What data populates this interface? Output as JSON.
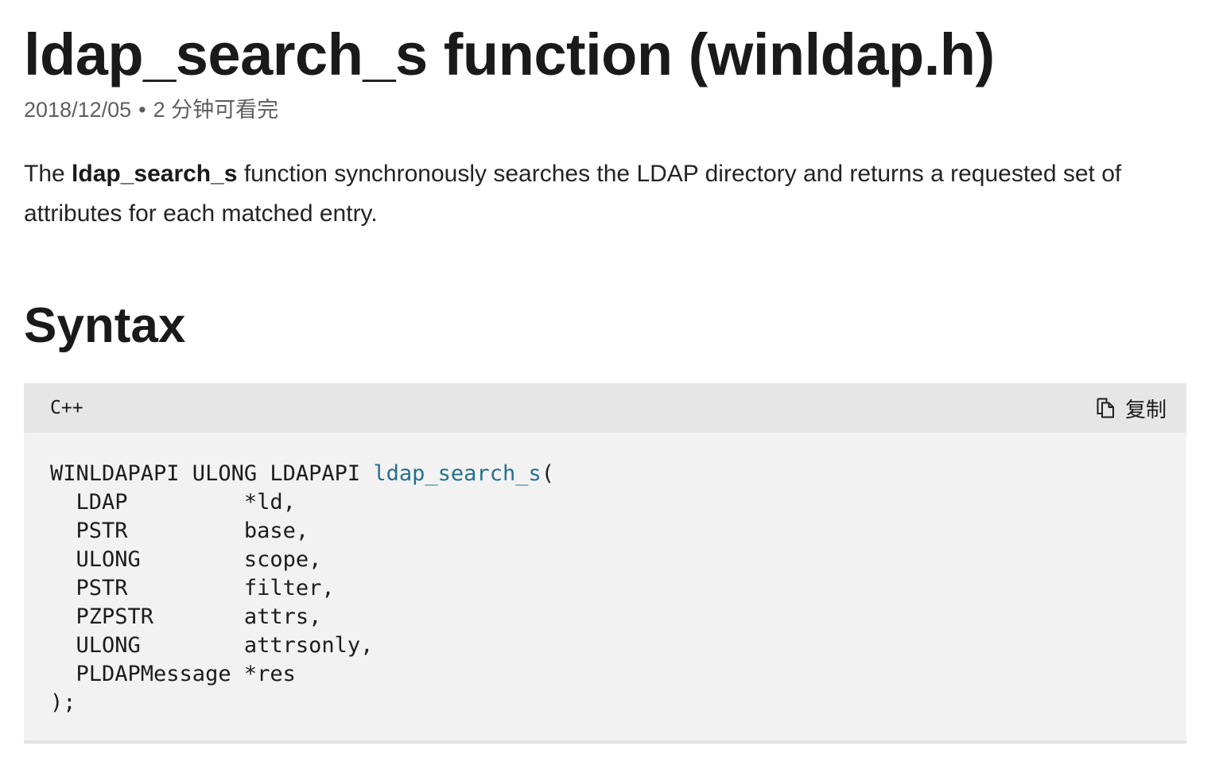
{
  "page": {
    "title": "ldap_search_s function (winldap.h)",
    "meta": {
      "date": "2018/12/05",
      "separator": "•",
      "read_time": "2 分钟可看完"
    },
    "intro": {
      "prefix": "The ",
      "bold": "ldap_search_s",
      "suffix": " function synchronously searches the LDAP directory and returns a requested set of attributes for each matched entry."
    },
    "syntax_heading": "Syntax"
  },
  "code_block": {
    "language_label": "C++",
    "copy_label": "复制",
    "copy_icon": "copy-pages-icon",
    "colors": {
      "header_bg": "#e6e6e6",
      "body_bg": "#f2f2f2",
      "function_name": "#26708c",
      "text": "#1c1c1c",
      "muted": "#5e5e5e"
    },
    "lines": [
      {
        "segments": [
          {
            "text": "WINLDAPAPI ULONG LDAPAPI ",
            "style": "plain"
          },
          {
            "text": "ldap_search_s",
            "style": "function"
          },
          {
            "text": "(",
            "style": "plain"
          }
        ]
      },
      {
        "segments": [
          {
            "text": "  LDAP         *ld,",
            "style": "plain"
          }
        ]
      },
      {
        "segments": [
          {
            "text": "  PSTR         base,",
            "style": "plain"
          }
        ]
      },
      {
        "segments": [
          {
            "text": "  ULONG        scope,",
            "style": "plain"
          }
        ]
      },
      {
        "segments": [
          {
            "text": "  PSTR         filter,",
            "style": "plain"
          }
        ]
      },
      {
        "segments": [
          {
            "text": "  PZPSTR       attrs,",
            "style": "plain"
          }
        ]
      },
      {
        "segments": [
          {
            "text": "  ULONG        attrsonly,",
            "style": "plain"
          }
        ]
      },
      {
        "segments": [
          {
            "text": "  PLDAPMessage *res",
            "style": "plain"
          }
        ]
      },
      {
        "segments": [
          {
            "text": ");",
            "style": "plain"
          }
        ]
      }
    ]
  }
}
